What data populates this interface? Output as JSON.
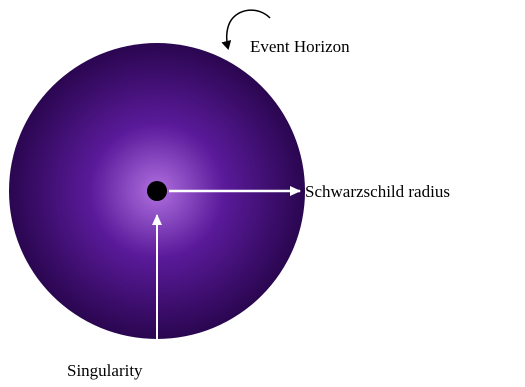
{
  "labels": {
    "event_horizon": "Event Horizon",
    "schwarzschild_radius": "Schwarzschild radius",
    "singularity": "Singularity"
  },
  "colors": {
    "sphere_center": "#b070e0",
    "sphere_mid": "#5a1a9a",
    "sphere_edge": "#2a0650",
    "singularity": "#000000",
    "radius_arrow": "#ffffff",
    "singularity_arrow": "#ffffff",
    "text": "#000000",
    "background": "#ffffff"
  }
}
